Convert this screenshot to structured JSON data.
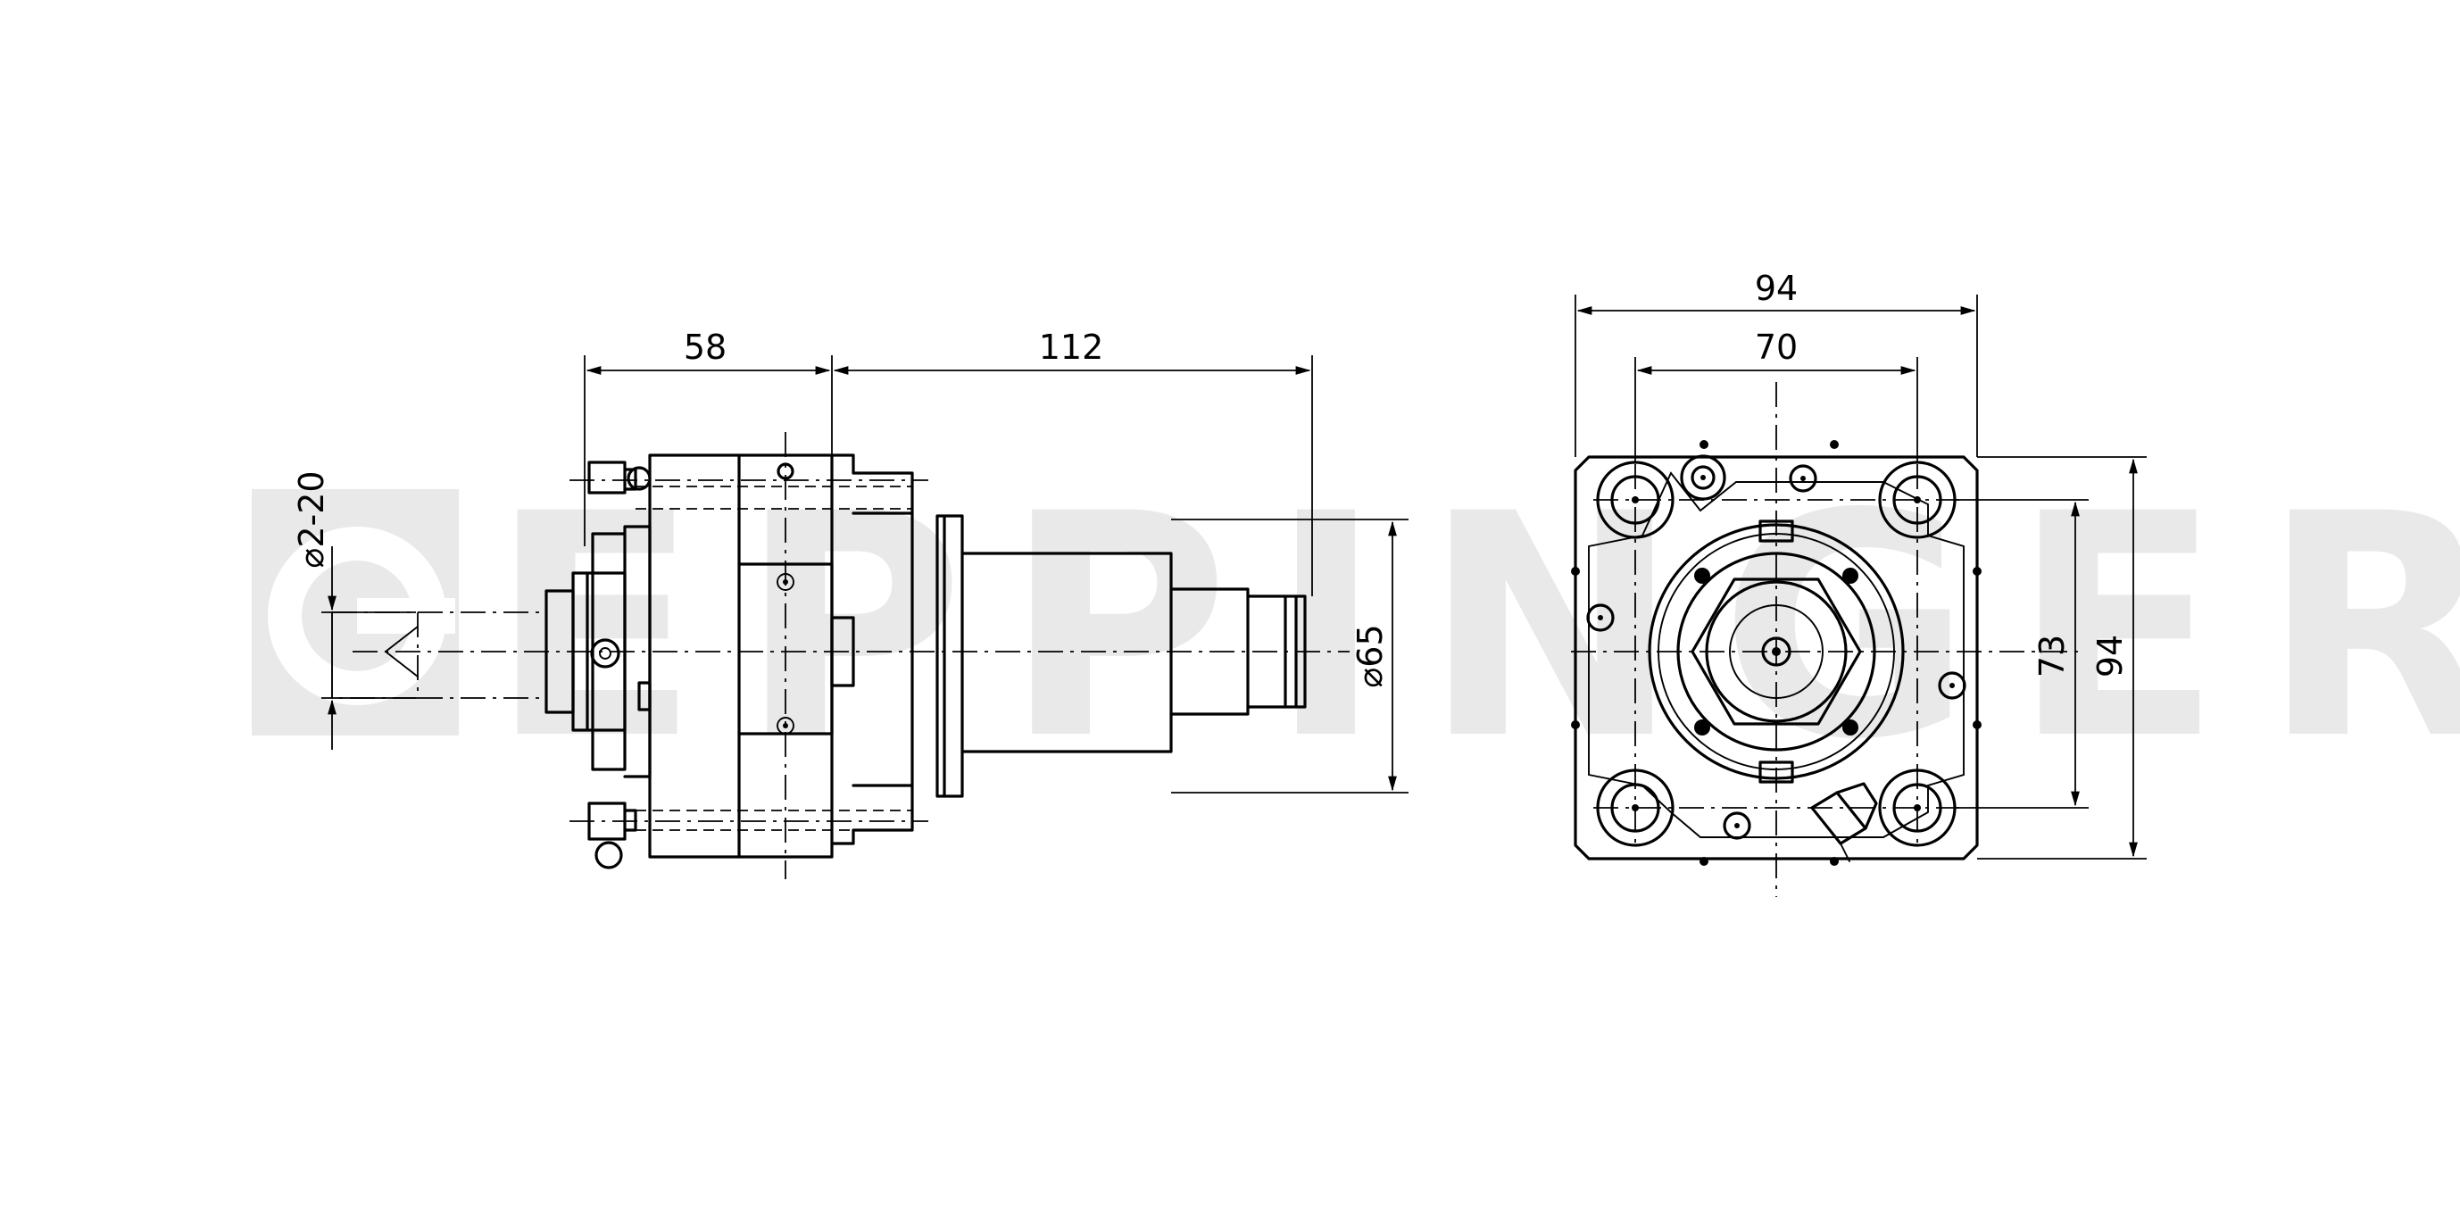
{
  "watermark": {
    "text": "EPPINGER",
    "color": "#e9e9e9"
  },
  "side_view": {
    "dim_left_length": "58",
    "dim_right_length": "112",
    "dim_body_diameter": "⌀65",
    "dim_clamping_range": "⌀2-20"
  },
  "front_view": {
    "dim_outer_width": "94",
    "dim_bolt_width": "70",
    "dim_bolt_height": "73",
    "dim_outer_height": "94"
  },
  "colors": {
    "line": "#000000",
    "background": "#ffffff",
    "watermark": "#e9e9e9"
  }
}
